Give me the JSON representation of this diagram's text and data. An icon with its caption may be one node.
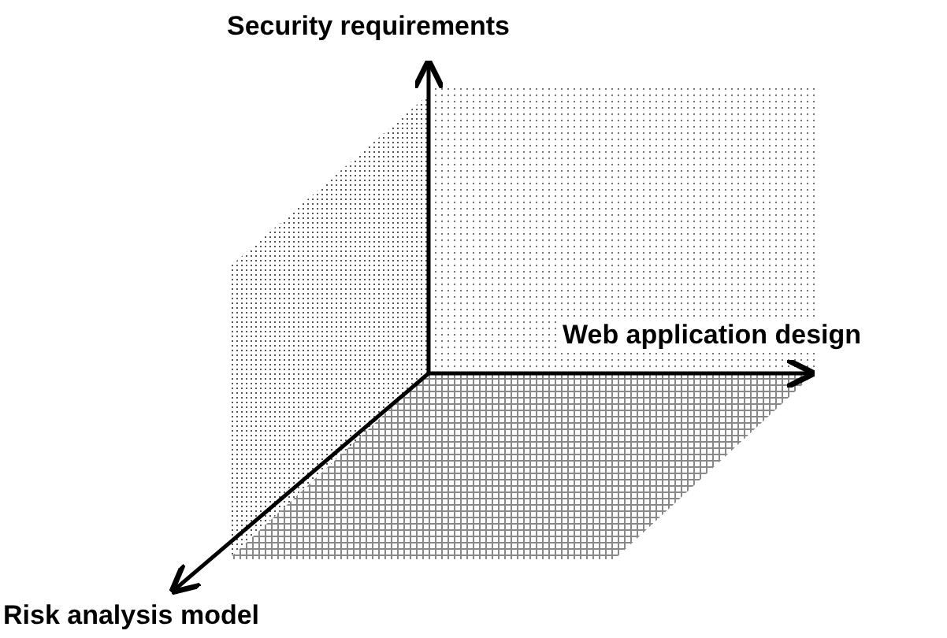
{
  "diagram": {
    "labels": [
      "Security requirements",
      "Web application design",
      "Risk analysis model"
    ]
  }
}
